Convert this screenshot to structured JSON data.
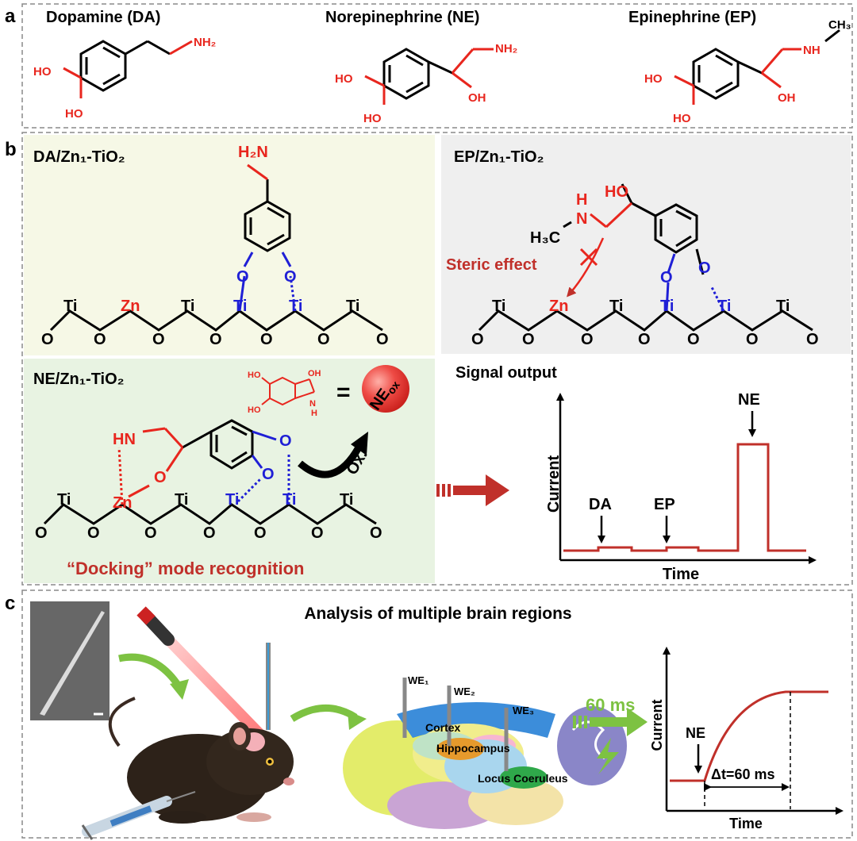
{
  "panel_a": {
    "letter": "a",
    "molecules": [
      {
        "name": "Dopamine (DA)",
        "groups": [
          "HO",
          "HO",
          "NH₂"
        ]
      },
      {
        "name": "Norepinephrine (NE)",
        "groups": [
          "HO",
          "HO",
          "OH",
          "NH₂"
        ]
      },
      {
        "name": "Epinephrine (EP)",
        "groups": [
          "HO",
          "HO",
          "OH",
          "NH",
          "CH₃"
        ]
      }
    ]
  },
  "panel_b": {
    "letter": "b",
    "da_title": "DA/Zn₁-TiO₂",
    "ep_title": "EP/Zn₁-TiO₂",
    "ne_title": "NE/Zn₁-TiO₂",
    "da_amine": "H₂N",
    "ep_groups": {
      "ho": "HO",
      "h": "H",
      "n": "N",
      "ch3": "H₃C"
    },
    "ne_groups": {
      "hn": "HN"
    },
    "steric_label": "Steric effect",
    "ne_ox": "NE",
    "ne_ox_sub": "ox",
    "ox_label": "Ox.",
    "equals": "=",
    "product_groups": [
      "HO",
      "HO",
      "OH",
      "N",
      "H"
    ],
    "docking_label": "“Docking” mode recognition",
    "atoms": {
      "ti": "Ti",
      "zn": "Zn",
      "o": "O"
    },
    "signal_title": "Signal output",
    "signal_chart": {
      "ylabel": "Current",
      "xlabel": "Time",
      "peak_labels": [
        "DA",
        "EP",
        "NE"
      ]
    }
  },
  "panel_c": {
    "letter": "c",
    "title": "Analysis of multiple brain regions",
    "electrodes": [
      "WE₁",
      "WE₂",
      "WE₃"
    ],
    "regions": [
      "Cortex",
      "Hippocampus",
      "Locus Coeruleus"
    ],
    "timing_label": "60 ms",
    "response_chart": {
      "ylabel": "Current",
      "xlabel": "Time",
      "arrow_label": "NE",
      "delta_label": "Δt=60 ms"
    }
  },
  "colors": {
    "red": "#e8261e",
    "blue": "#1f1fd6",
    "dark_red": "#c0302a",
    "green_arrow": "#7dc242",
    "panel_yellow": "#f6f8e6",
    "panel_gray": "#efefef",
    "panel_green": "#e8f3e2"
  }
}
